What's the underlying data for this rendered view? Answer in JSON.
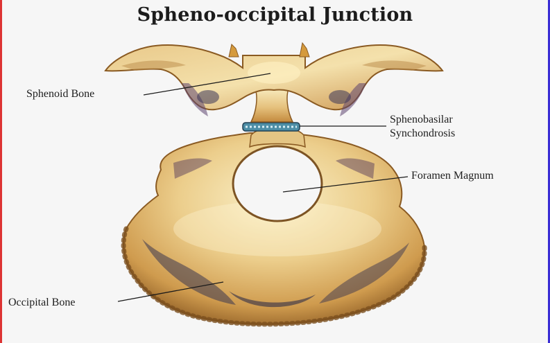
{
  "title": "Spheno-occipital Junction",
  "labels": {
    "sphenoid_bone": "Sphenoid  Bone",
    "sphenobasilar_line1": "Sphenobasilar",
    "sphenobasilar_line2": "Synchondrosis",
    "foramen_magnum": "Foramen Magnum",
    "occipital_bone": "Occipital Bone"
  },
  "colors": {
    "background": "#f6f6f6",
    "bone_light": "#f3e6b4",
    "bone_mid": "#dcb266",
    "bone_dark": "#9c6a2e",
    "shadow": "#2d2a46",
    "cartilage": "#4d8ea6",
    "leader_line": "#1a1a1a"
  }
}
